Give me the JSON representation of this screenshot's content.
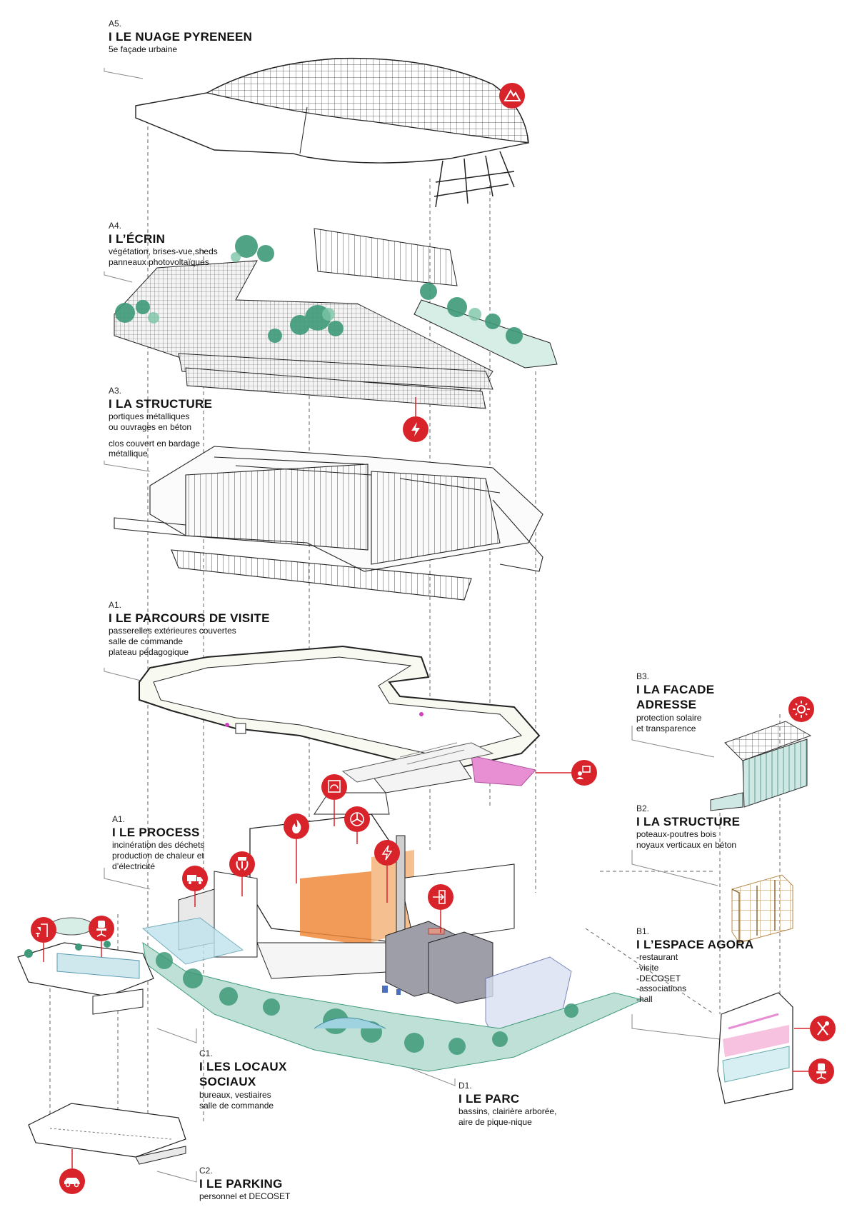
{
  "layers": {
    "a5": {
      "code": "A5.",
      "title": "I LE NUAGE PYRENEEN",
      "lines": [
        "5e façade urbaine"
      ]
    },
    "a4": {
      "code": "A4.",
      "title": "I L’ÉCRIN",
      "lines": [
        "végétation, brises-vue,sheds",
        "panneaux photovoltaïques"
      ]
    },
    "a3": {
      "code": "A3.",
      "title": "I LA STRUCTURE",
      "lines": [
        "portiques métalliques",
        "ou ouvrages en béton",
        "clos couvert en bardage",
        "métallique"
      ]
    },
    "a1_visit": {
      "code": "A1.",
      "title": "I LE PARCOURS DE VISITE",
      "lines": [
        "passerelles extérieures couvertes",
        "salle de commande",
        "plateau pédagogique"
      ]
    },
    "a1_process": {
      "code": "A1.",
      "title": "I LE PROCESS",
      "lines": [
        "incinération des déchets",
        "production de chaleur et",
        "d’électricité"
      ]
    },
    "b3": {
      "code": "B3.",
      "title_1": "I LA FACADE",
      "title_2": "ADRESSE",
      "lines": [
        "protection solaire",
        "et transparence"
      ]
    },
    "b2": {
      "code": "B2.",
      "title": "I LA STRUCTURE",
      "lines": [
        "poteaux-poutres bois",
        "noyaux verticaux en béton"
      ]
    },
    "b1": {
      "code": "B1.",
      "title": "I L’ESPACE AGORA",
      "lines": [
        "-restaurant",
        "-visite",
        "-DECOSET",
        "-associations",
        "-hall"
      ]
    },
    "c1": {
      "code": "C1.",
      "title_1": "I LES LOCAUX",
      "title_2": "SOCIAUX",
      "lines": [
        "bureaux, vestiaires",
        "salle de commande"
      ]
    },
    "d1": {
      "code": "D1.",
      "title": "I LE PARC",
      "lines": [
        "bassins, clairière arborée,",
        "aire de pique-nique"
      ]
    },
    "c2": {
      "code": "C2.",
      "title": "I LE PARKING",
      "lines": [
        "personnel et DECOSET"
      ]
    }
  },
  "icons": [
    "mountain-icon",
    "lightning-icon",
    "computer-user-icon",
    "sun-icon",
    "gauge-icon",
    "fan-icon",
    "fire-icon",
    "lightning-icon",
    "garbage-truck-icon",
    "grab-claw-icon",
    "exit-arrow-icon",
    "lamp-plant-icon",
    "office-chair-icon",
    "cutlery-icon",
    "office-chair-icon",
    "car-icon"
  ],
  "colors": {
    "accent_red": "#d8232a",
    "vegetation_green": "#3f9a7a",
    "water_blue": "#9fd3e0",
    "process_orange": "#f0883a",
    "visit_pink": "#e78fd2",
    "timber": "#d8b98a",
    "line": "#222222",
    "guide_dash": "#555555"
  }
}
